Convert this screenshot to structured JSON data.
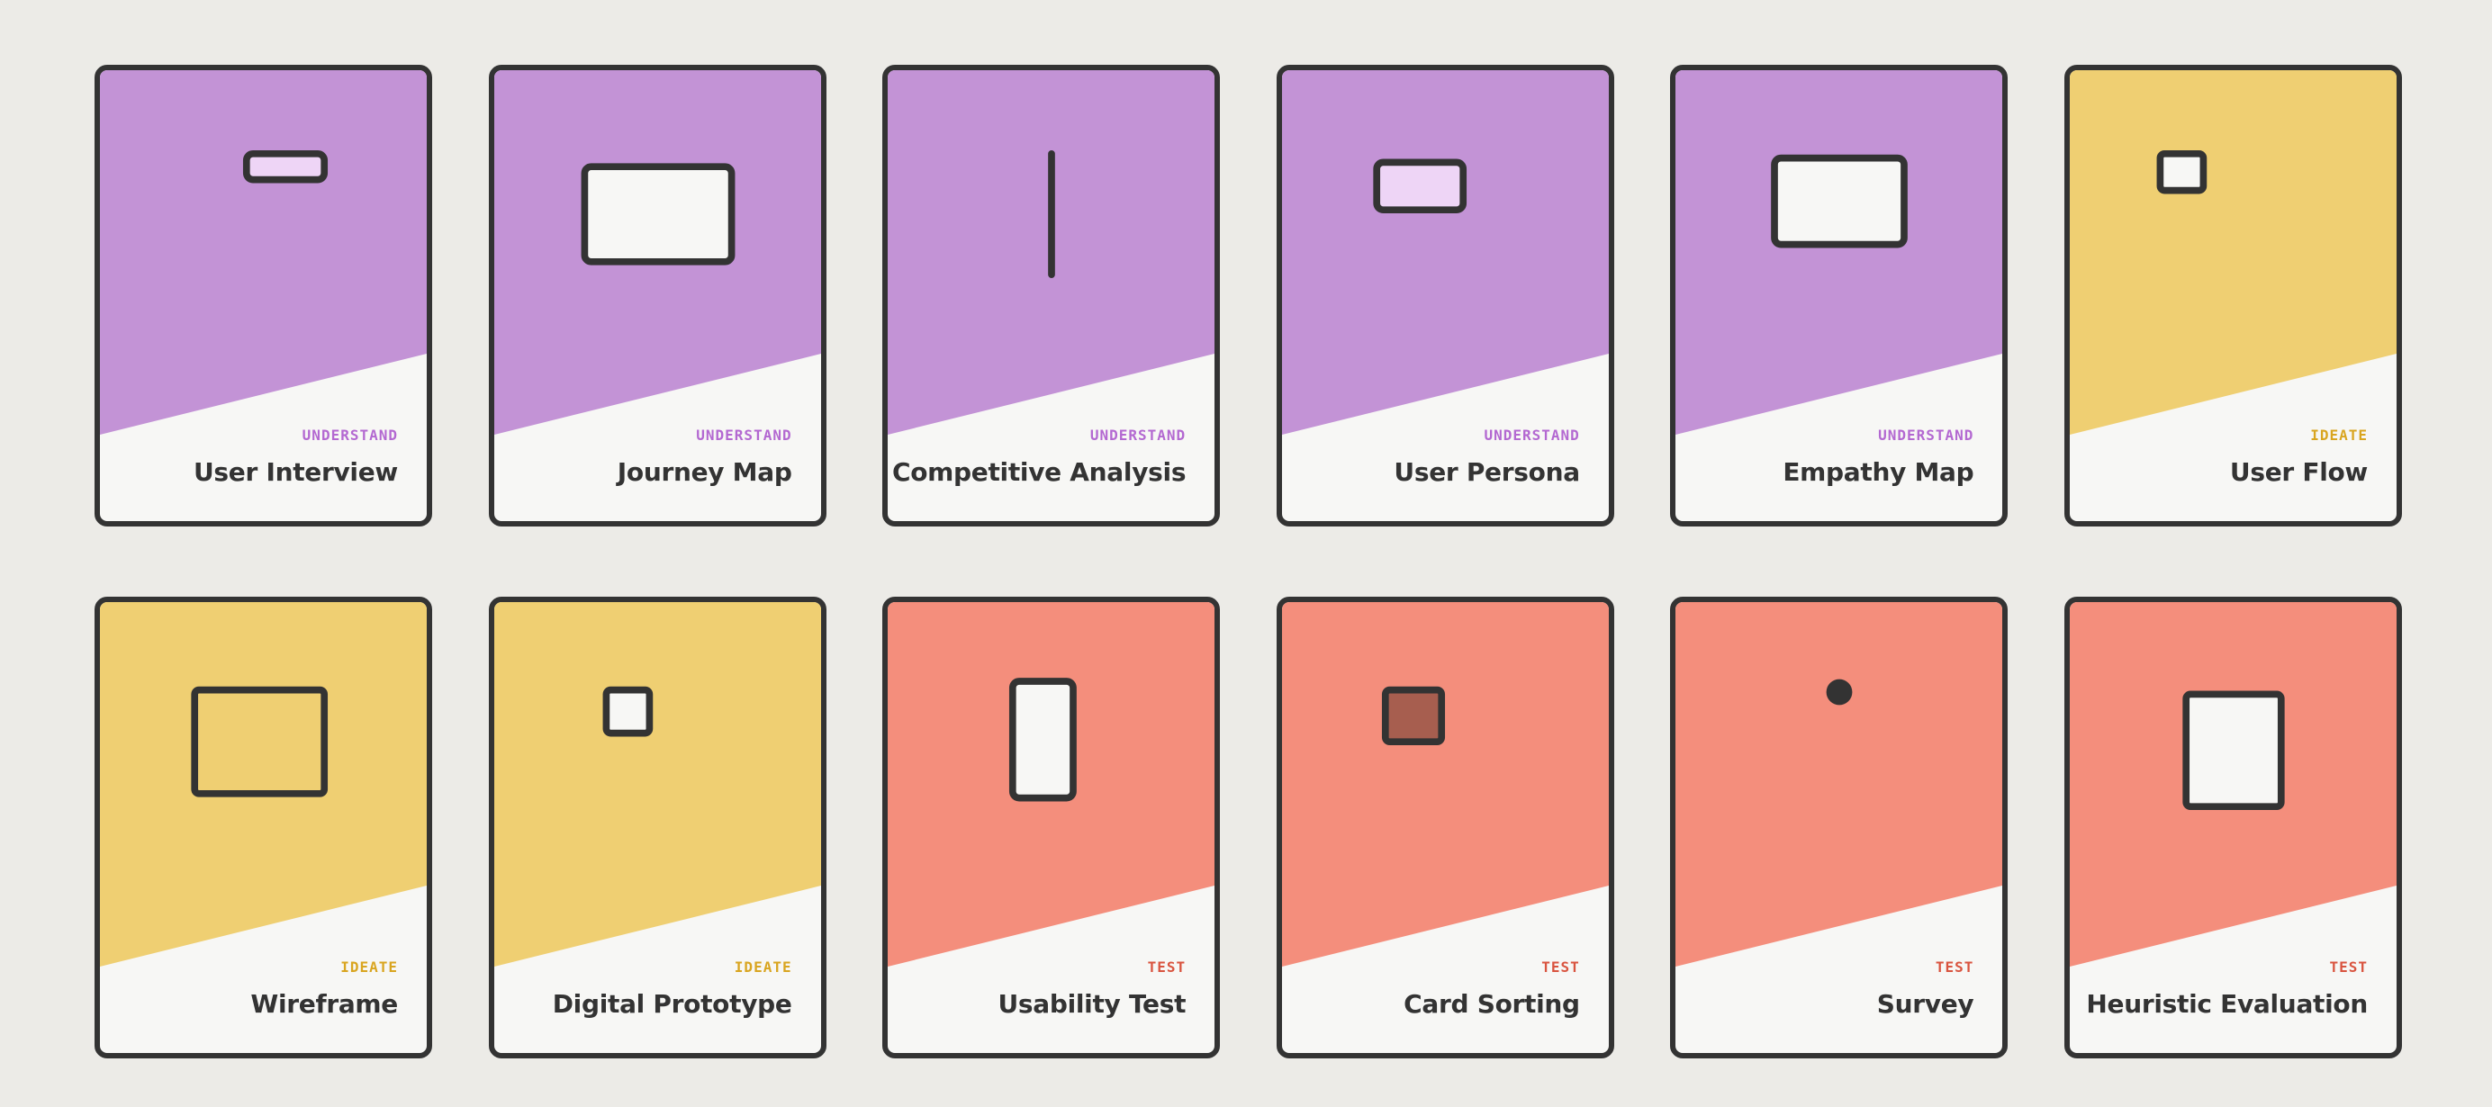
{
  "colors": {
    "understand": "#C393D6",
    "ideate": "#EFCF72",
    "test": "#F48E7C",
    "understand_text": "#B368D1",
    "ideate_text": "#D9A520",
    "test_text": "#D9543F"
  },
  "cards": [
    {
      "title": "User Interview",
      "category": "UNDERSTAND",
      "icon": "chat-bubbles-icon"
    },
    {
      "title": "Journey Map",
      "category": "UNDERSTAND",
      "icon": "journey-map-icon"
    },
    {
      "title": "Competitive Analysis",
      "category": "UNDERSTAND",
      "icon": "quadrant-plot-icon"
    },
    {
      "title": "User Persona",
      "category": "UNDERSTAND",
      "icon": "id-cards-icon"
    },
    {
      "title": "Empathy Map",
      "category": "UNDERSTAND",
      "icon": "empathy-grid-icon"
    },
    {
      "title": "User Flow",
      "category": "IDEATE",
      "icon": "flow-diagram-icon"
    },
    {
      "title": "Wireframe",
      "category": "IDEATE",
      "icon": "wireframe-window-icon"
    },
    {
      "title": "Digital Prototype",
      "category": "IDEATE",
      "icon": "prototype-tools-icon"
    },
    {
      "title": "Usability Test",
      "category": "TEST",
      "icon": "phone-tap-icon"
    },
    {
      "title": "Card Sorting",
      "category": "TEST",
      "icon": "stacked-cards-icon"
    },
    {
      "title": "Survey",
      "category": "TEST",
      "icon": "thumbs-survey-icon"
    },
    {
      "title": "Heuristic Evaluation",
      "category": "TEST",
      "icon": "clipboard-checklist-icon"
    }
  ]
}
